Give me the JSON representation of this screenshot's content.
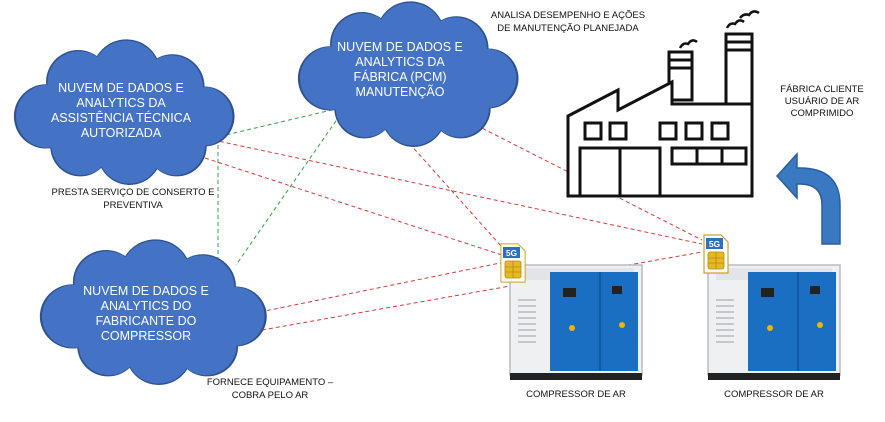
{
  "colors": {
    "cloud_fill": "#4472c4",
    "cloud_stroke": "#2f528f",
    "link_red": "#d23c3c",
    "link_green": "#3aa047",
    "compressor_blue": "#1a6fc2",
    "arrow_blue": "#3a78c2"
  },
  "clouds": {
    "assistencia": {
      "lines": [
        "NUVEM DE DADOS E",
        "ANALYTICS DA",
        "ASSISTÊNCIA TÉCNICA",
        "AUTORIZADA"
      ]
    },
    "fabrica": {
      "lines": [
        "NUVEM DE DADOS E",
        "ANALYTICS DA",
        "FÁBRICA (PCM)",
        "MANUTENÇÃO"
      ]
    },
    "fabricante": {
      "lines": [
        "NUVEM DE DADOS E",
        "ANALYTICS DO",
        "FABRICANTE DO",
        "COMPRESSOR"
      ]
    }
  },
  "captions": {
    "analisa": [
      "ANALISA DESEMPENHO E AÇÕES",
      "DE MANUTENÇÃO PLANEJADA"
    ],
    "cliente": [
      "FÁBRICA CLIENTE",
      "USUÁRIO DE AR",
      "COMPRIMIDO"
    ],
    "presta": [
      "PRESTA SERVIÇO DE CONSERTO E",
      "PREVENTIVA"
    ],
    "fornece": [
      "FORNECE EQUIPAMENTO –",
      "COBRA PELO AR"
    ],
    "compressor_1": "COMPRESSOR DE AR",
    "compressor_2": "COMPRESSOR DE AR"
  },
  "sim": {
    "label": "5G"
  },
  "icons": [
    "cloud-icon",
    "factory-icon",
    "sim-card-icon",
    "compressor-icon",
    "curved-arrow-icon"
  ]
}
